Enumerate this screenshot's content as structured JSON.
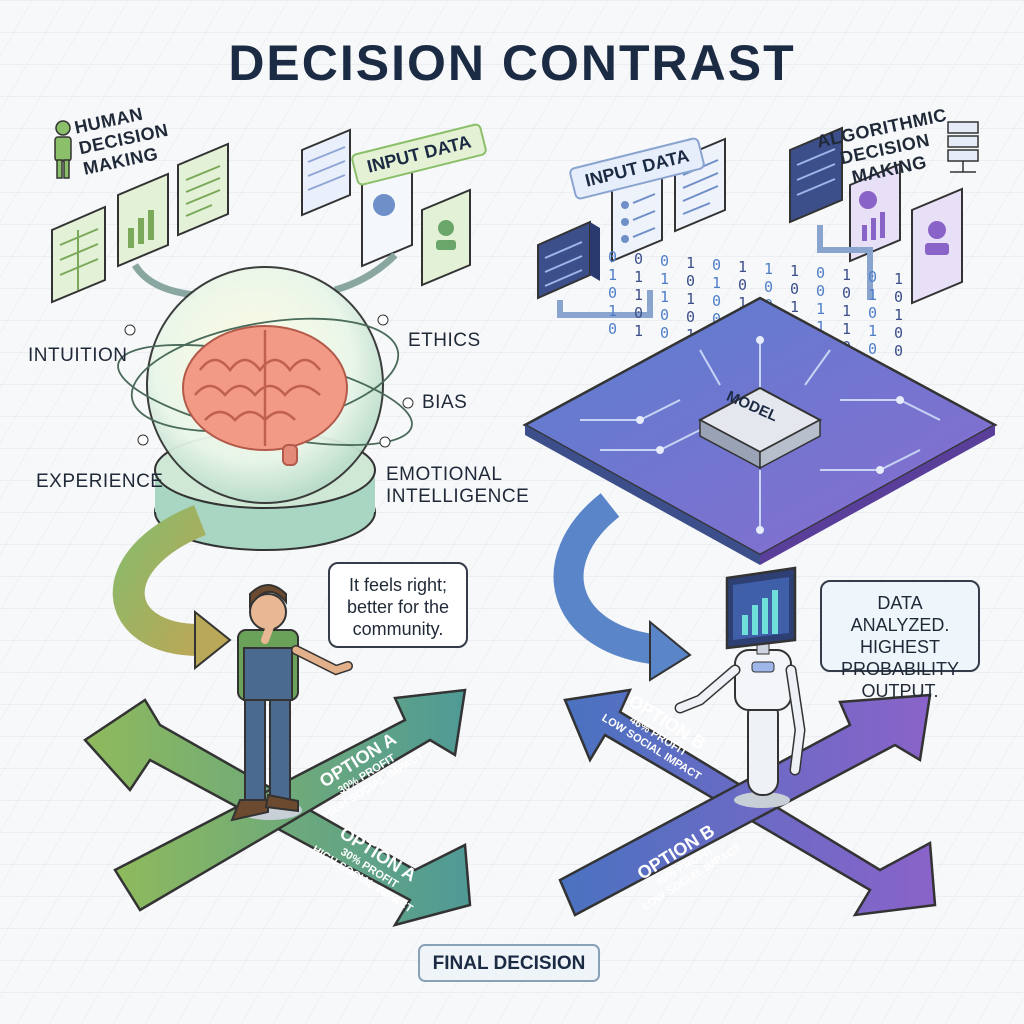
{
  "title": "DECISION CONTRAST",
  "human": {
    "heading": "HUMAN DECISION MAKING",
    "input_label": "INPUT DATA",
    "factors": {
      "intuition": "INTUITION",
      "ethics": "ETHICS",
      "bias": "BIAS",
      "experience": "EXPERIENCE",
      "emotional": "EMOTIONAL INTELLIGENCE"
    },
    "speech": "It feels right; better for the community.",
    "option_top": {
      "name": "OPTION A",
      "line1": "30% PROFIT",
      "line2": "HIGH SOCIAL IMPACT"
    },
    "option_bottom": {
      "name": "OPTION A",
      "line1": "30% PROFIT",
      "line2": "HIGH SOCIAL IMPACT"
    }
  },
  "algorithm": {
    "heading": "ALGORITHMIC DECISION MAKING",
    "input_label": "INPUT DATA",
    "model_label": "MODEL",
    "speech": "DATA ANALYZED. HIGHEST PROBABILITY OUTPUT.",
    "binary": [
      "0",
      "1",
      "0",
      "1",
      "0",
      "0",
      "1",
      "1",
      "0",
      "1",
      "0",
      "1",
      "1",
      "0",
      "0",
      "1",
      "0",
      "1"
    ],
    "option_top": {
      "name": "OPTION B",
      "line1": "46% PROFIT",
      "line2": "LOW SOCIAL IMPACT"
    },
    "option_bottom": {
      "name": "OPTION B",
      "line1": "46% PROFIT",
      "line2": "LOW SOCIAL IMPACT"
    }
  },
  "footer": "FINAL DECISION",
  "colors": {
    "human_green": "#7fb069",
    "algo_blue": "#4a6fb5",
    "algo_purple": "#8a63c9",
    "brain_pink": "#f08f7e"
  }
}
